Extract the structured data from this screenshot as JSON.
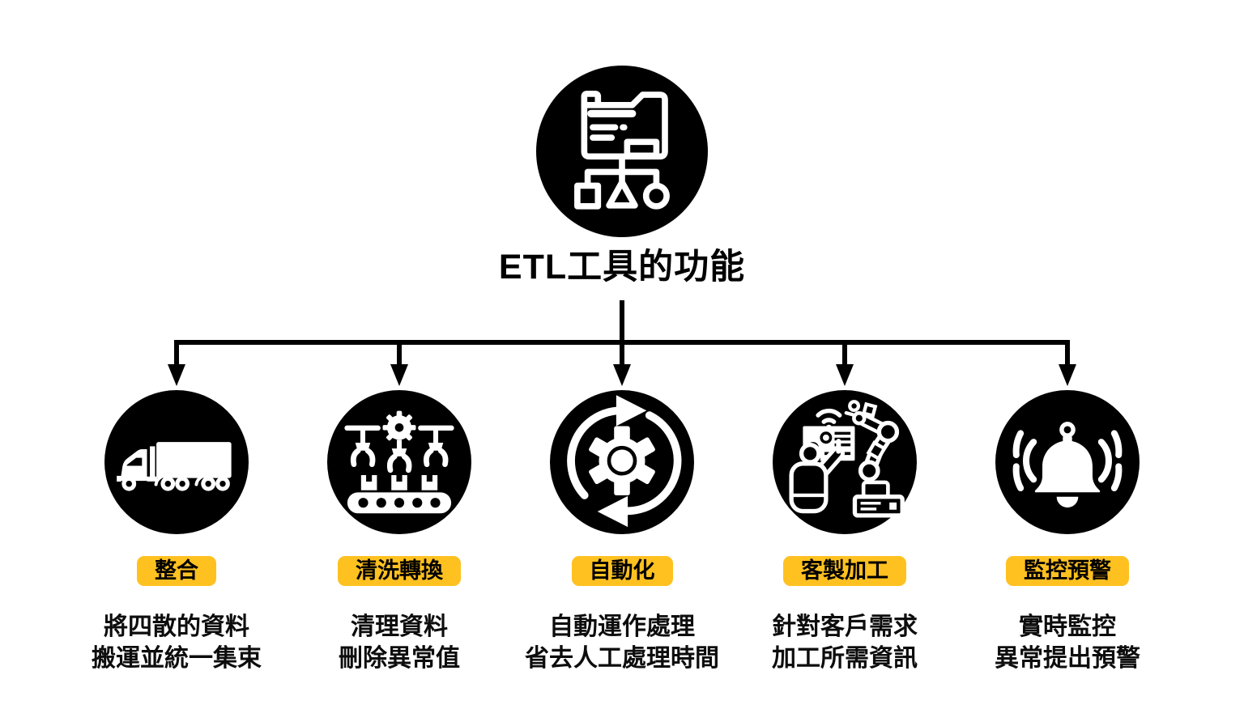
{
  "title": "ETL工具的功能",
  "root": {
    "icon": "data-sitemap-icon"
  },
  "colors": {
    "accent_yellow": "#FFC120",
    "shape_black": "#000000",
    "icon_white": "#FFFFFF",
    "background": "#FFFFFF"
  },
  "branches": [
    {
      "icon": "truck-icon",
      "label": "整合",
      "desc_line1": "將四散的資料",
      "desc_line2": "搬運並統一集束"
    },
    {
      "icon": "conveyor-claw-icon",
      "label": "清洗轉換",
      "desc_line1": "清理資料",
      "desc_line2": "刪除異常值"
    },
    {
      "icon": "gear-sync-icon",
      "label": "自動化",
      "desc_line1": "自動運作處理",
      "desc_line2": "省去人工處理時間"
    },
    {
      "icon": "robot-arm-operator-icon",
      "label": "客製加工",
      "desc_line1": "針對客戶需求",
      "desc_line2": "加工所需資訊"
    },
    {
      "icon": "alert-bell-icon",
      "label": "監控預警",
      "desc_line1": "實時監控",
      "desc_line2": "異常提出預警"
    }
  ]
}
